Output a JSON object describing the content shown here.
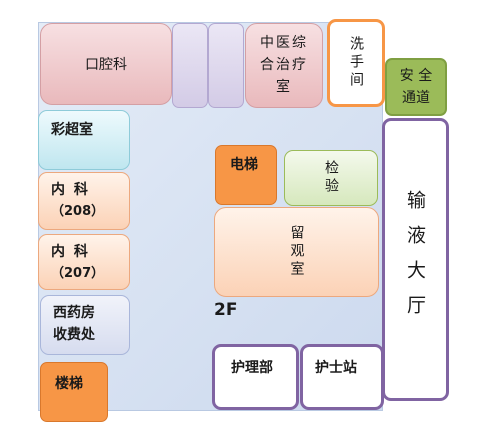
{
  "floor_label": "2F",
  "rooms": {
    "dental": "口腔科",
    "tcm_line1": "中医综",
    "tcm_line2": "合治疗",
    "tcm_line3": "室",
    "restroom": "洗手间",
    "safety_line1": "安 全",
    "safety_line2": "通道",
    "ultrasound": "彩超室",
    "internal_208_line1": "内 科",
    "internal_208_line2": "（208）",
    "internal_207_line1": "内 科",
    "internal_207_line2": "（207）",
    "pharmacy_line1": "西药房",
    "pharmacy_line2": "收费处",
    "stairs": "楼梯",
    "elevator": "电梯",
    "lab": "检验",
    "observation": "留观室",
    "infusion_hall": "输液大厅",
    "nurse_office": "护理部",
    "nurse_station": "护士站"
  },
  "colors": {
    "orange": "#f79646",
    "purple": "#8064a2",
    "green": "#9bbb59"
  }
}
